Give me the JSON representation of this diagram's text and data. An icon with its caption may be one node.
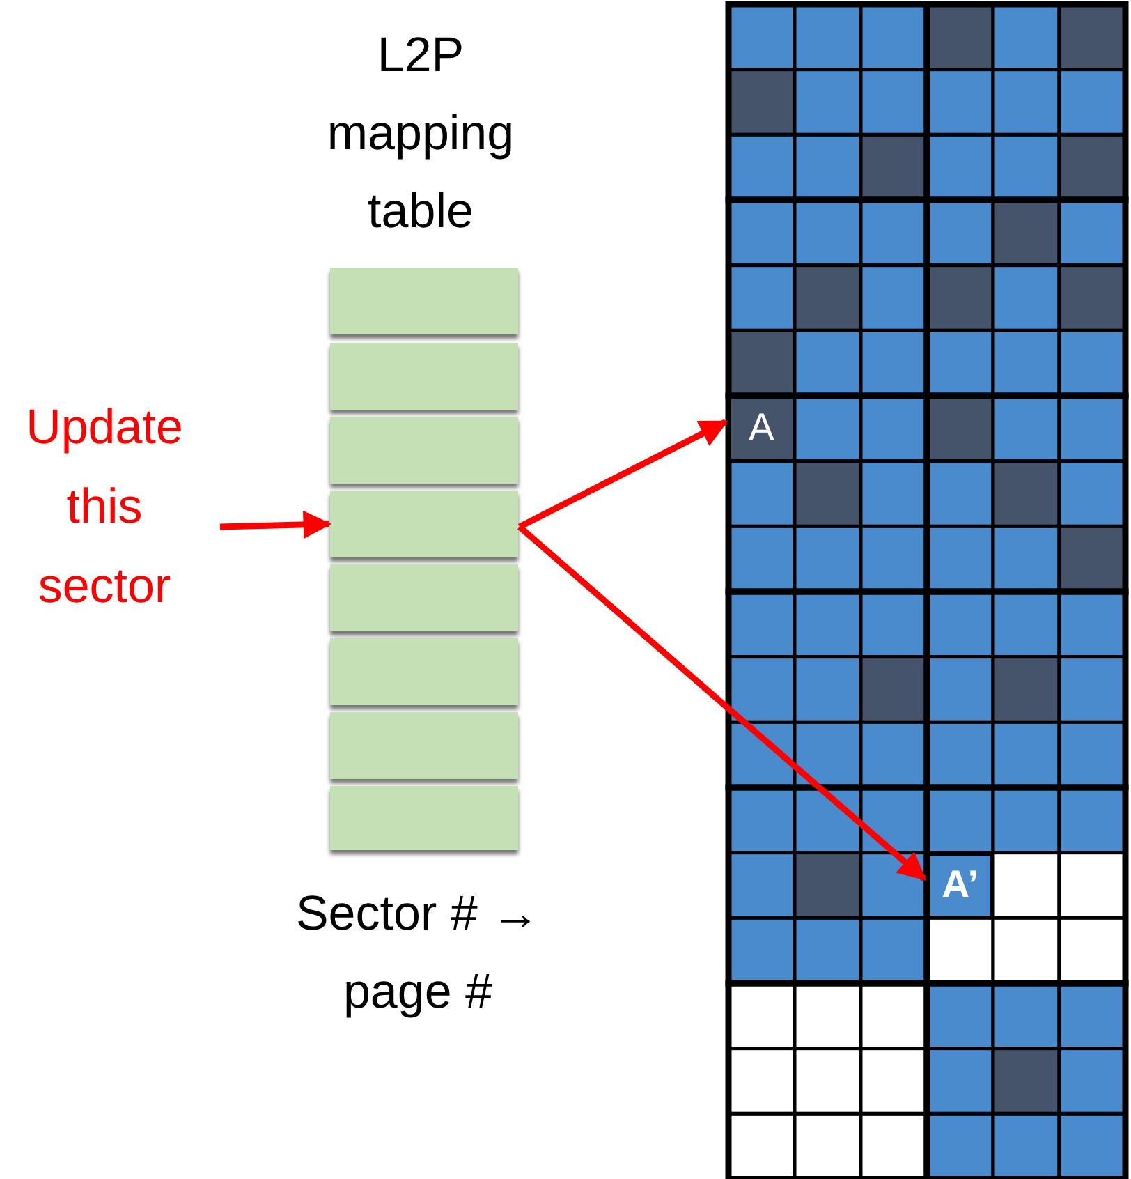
{
  "diagram": {
    "nodes": [
      {
        "text": [
          "L2P mapping table"
        ],
        "beside": [
          "Sector # → page #"
        ]
      },
      {
        "text": [],
        "shape": "box",
        "in": 0
      },
      {
        "text": [],
        "shape": "box",
        "in": 0
      },
      {
        "text": [],
        "shape": "box",
        "in": 0
      },
      {
        "text": [],
        "shape": "box",
        "in": 0
      },
      {
        "text": [],
        "shape": "box",
        "in": 0
      },
      {
        "text": [],
        "shape": "box",
        "in": 0
      },
      {
        "text": [],
        "shape": "box",
        "in": 0
      },
      {
        "text": [],
        "shape": "box",
        "in": 0
      },
      {
        "text": [
          "Update this sector"
        ]
      },
      {
        "text": [
          "A"
        ]
      },
      {
        "text": [
          "A’"
        ]
      }
    ],
    "edges": [
      {
        "from": 9,
        "to": 4,
        "arrow": "to"
      },
      {
        "from": 4,
        "to": 10,
        "arrow": "to"
      },
      {
        "from": 4,
        "to": 11,
        "arrow": "to"
      }
    ]
  }
}
